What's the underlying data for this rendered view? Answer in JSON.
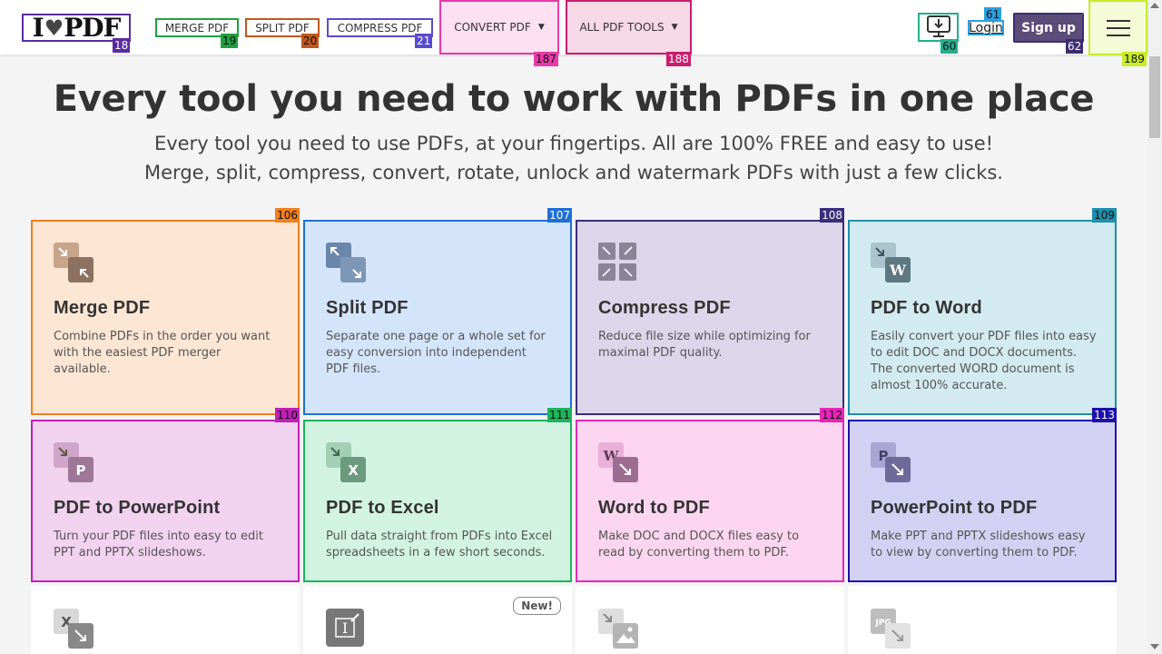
{
  "header": {
    "logo": {
      "left": "I",
      "right": "PDF"
    },
    "nav": {
      "merge": "MERGE PDF",
      "split": "SPLIT PDF",
      "compress": "COMPRESS PDF",
      "convert": "CONVERT PDF",
      "all_tools": "ALL PDF TOOLS"
    },
    "login": "Login",
    "signup": "Sign up"
  },
  "tags": {
    "logo": "18",
    "merge": "19",
    "split": "20",
    "compress": "21",
    "convert": "187",
    "all_tools": "188",
    "download": "60",
    "login": "61",
    "signup": "62",
    "menu": "189",
    "cards": [
      "106",
      "107",
      "108",
      "109",
      "110",
      "111",
      "112",
      "113"
    ]
  },
  "hero": {
    "title": "Every tool you need to work with PDFs in one place",
    "subtitle": "Every tool you need to use PDFs, at your fingertips. All are 100% FREE and easy to use! Merge, split, compress, convert, rotate, unlock and watermark PDFs with just a few clicks."
  },
  "cards": [
    {
      "title": "Merge PDF",
      "desc": "Combine PDFs in the order you want with the easiest PDF merger available.",
      "icon": "merge-icon",
      "bg": "#fde6d4",
      "border": "#f07f1e"
    },
    {
      "title": "Split PDF",
      "desc": "Separate one page or a whole set for easy conversion into independent PDF files.",
      "icon": "split-icon",
      "bg": "#d4e5fb",
      "border": "#1f6fd8"
    },
    {
      "title": "Compress PDF",
      "desc": "Reduce file size while optimizing for maximal PDF quality.",
      "icon": "compress-icon",
      "bg": "#dcd6ea",
      "border": "#3a2d7a"
    },
    {
      "title": "PDF to Word",
      "desc": "Easily convert your PDF files into easy to edit DOC and DOCX documents. The converted WORD document is almost 100% accurate.",
      "icon": "pdf-to-word-icon",
      "bg": "#d3eaf0",
      "border": "#1e8fae"
    },
    {
      "title": "PDF to PowerPoint",
      "desc": "Turn your PDF files into easy to edit PPT and PPTX slideshows.",
      "icon": "pdf-to-powerpoint-icon",
      "bg": "#f1d2ef",
      "border": "#c020b8"
    },
    {
      "title": "PDF to Excel",
      "desc": "Pull data straight from PDFs into Excel spreadsheets in a few short seconds.",
      "icon": "pdf-to-excel-icon",
      "bg": "#d3f3e2",
      "border": "#1cb45c"
    },
    {
      "title": "Word to PDF",
      "desc": "Make DOC and DOCX files easy to read by converting them to PDF.",
      "icon": "word-to-pdf-icon",
      "bg": "#fcd6f1",
      "border": "#e825b8"
    },
    {
      "title": "PowerPoint to PDF",
      "desc": "Make PPT and PPTX slideshows easy to view by converting them to PDF.",
      "icon": "powerpoint-to-pdf-icon",
      "bg": "#d3d1f3",
      "border": "#1c10a8"
    }
  ],
  "partial_cards": [
    {
      "icon": "excel-to-pdf-icon",
      "letter": "X"
    },
    {
      "icon": "edit-pdf-icon",
      "badge": "New!"
    },
    {
      "icon": "pdf-to-jpg-icon"
    },
    {
      "icon": "jpg-to-pdf-icon",
      "letter": "JPG"
    }
  ],
  "colors": {
    "tag_logo": "#5b2ca0",
    "tag_merge": "#22a040",
    "tag_split": "#c0581d",
    "tag_compress": "#5a4ad0",
    "tag_convert": "#e83aa8",
    "tag_all": "#c81d6e",
    "tag_download": "#22b08f",
    "tag_login": "#2a9fe0",
    "tag_signup": "#3e2c70",
    "tag_menu": "#c8ec2a"
  }
}
